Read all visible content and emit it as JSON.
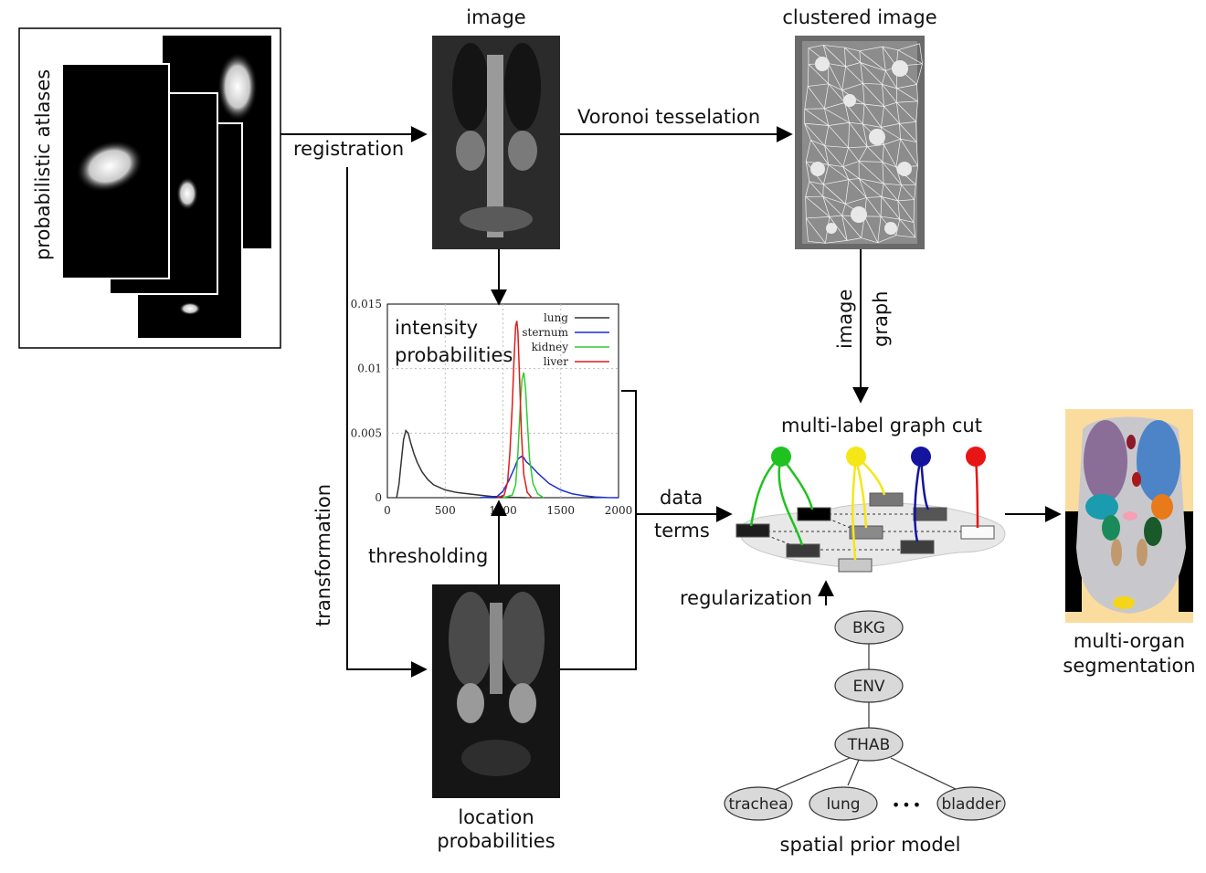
{
  "labels": {
    "atlases": "probabilistic atlases",
    "registration": "registration",
    "transformation": "transformation",
    "image": "image",
    "clustered_image": "clustered image",
    "voronoi": "Voronoi tesselation",
    "image_graph_1": "image",
    "image_graph_2": "graph",
    "thresholding": "thresholding",
    "location_prob_1": "location",
    "location_prob_2": "probabilities",
    "data_terms_1": "data",
    "data_terms_2": "terms",
    "graph_cut": "multi-label graph cut",
    "regularization": "regularization",
    "segmentation_1": "multi-organ",
    "segmentation_2": "segmentation",
    "spatial_prior": "spatial prior model"
  },
  "tree": {
    "nodes": [
      "BKG",
      "ENV",
      "THAB",
      "trachea",
      "lung",
      "bladder"
    ],
    "ellipsis": "•••"
  },
  "chart_data": {
    "type": "line",
    "annotation": [
      "intensity",
      "probabilities"
    ],
    "xlim": [
      0,
      2000
    ],
    "ylim": [
      0,
      0.015
    ],
    "xticks": [
      "0",
      "500",
      "1000",
      "1500",
      "2000"
    ],
    "yticks": [
      "0",
      "0.005",
      "0.01",
      "0.015"
    ],
    "grid": true,
    "legend_position": "top-right",
    "series": [
      {
        "name": "lung",
        "color": "#333333",
        "x": [
          80,
          100,
          120,
          140,
          160,
          180,
          200,
          230,
          260,
          300,
          350,
          400,
          500,
          600,
          700,
          800,
          900,
          1000,
          1100,
          1200
        ],
        "y": [
          0,
          0.001,
          0.0028,
          0.0045,
          0.0052,
          0.005,
          0.0043,
          0.0034,
          0.0027,
          0.002,
          0.0014,
          0.001,
          0.0006,
          0.0004,
          0.0003,
          0.0002,
          0.0001,
          5e-05,
          2e-05,
          0
        ]
      },
      {
        "name": "sternum",
        "color": "#1a2fd6",
        "x": [
          800,
          950,
          1000,
          1050,
          1100,
          1130,
          1160,
          1180,
          1200,
          1250,
          1300,
          1350,
          1400,
          1500,
          1600,
          1700,
          1800,
          1900,
          2000
        ],
        "y": [
          0,
          0.0001,
          0.0005,
          0.0013,
          0.0023,
          0.003,
          0.0032,
          0.0031,
          0.0028,
          0.0024,
          0.0019,
          0.0015,
          0.0011,
          0.0006,
          0.0003,
          0.00015,
          5e-05,
          1e-05,
          0
        ]
      },
      {
        "name": "kidney",
        "color": "#2ecc2e",
        "x": [
          1000,
          1080,
          1110,
          1130,
          1150,
          1165,
          1180,
          1195,
          1210,
          1230,
          1260,
          1300,
          1350
        ],
        "y": [
          0,
          0.0002,
          0.001,
          0.0035,
          0.0072,
          0.0092,
          0.0097,
          0.0085,
          0.006,
          0.003,
          0.0011,
          0.0003,
          0
        ]
      },
      {
        "name": "liver",
        "color": "#e01b1b",
        "x": [
          950,
          1010,
          1040,
          1060,
          1080,
          1095,
          1110,
          1120,
          1130,
          1145,
          1160,
          1180,
          1210,
          1250
        ],
        "y": [
          0,
          0.0002,
          0.0012,
          0.0035,
          0.007,
          0.0105,
          0.0133,
          0.0137,
          0.0128,
          0.009,
          0.005,
          0.0018,
          0.0004,
          0
        ]
      }
    ]
  },
  "colors": {
    "gc_green": "#1fc21f",
    "gc_yellow": "#f5e617",
    "gc_blue": "#14149e",
    "gc_red": "#e81515"
  }
}
